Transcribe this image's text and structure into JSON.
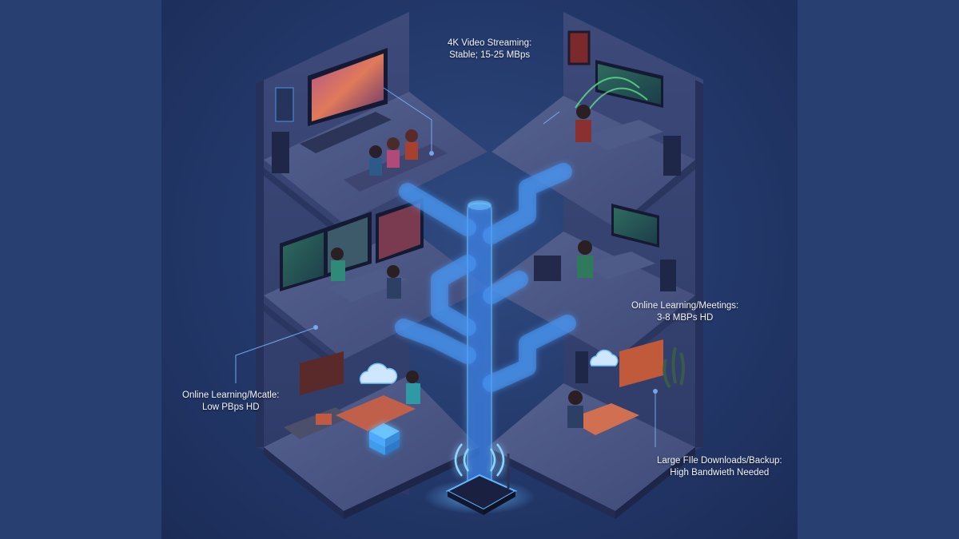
{
  "colors": {
    "background": "#283f72",
    "wall": "#3a4672",
    "floor": "#4a5582",
    "glow": "#4fa8ff"
  },
  "callouts": {
    "streaming": {
      "line1": "4K Video Streaming:",
      "line2": "Stable; 15-25 MBps"
    },
    "meetings": {
      "line1": "Online Learning/Meetings:",
      "line2": "3-8 MBPs HD"
    },
    "learning": {
      "line1": "Online Learning/Mcatle:",
      "line2": "Low PBps HD"
    },
    "downloads": {
      "line1": "Large FIle Downloads/Backup:",
      "line2": "High Bandwieth Needed"
    }
  },
  "icons": [
    "router-icon",
    "wifi-signal-icon",
    "cloud-icon",
    "server-stack-icon"
  ]
}
